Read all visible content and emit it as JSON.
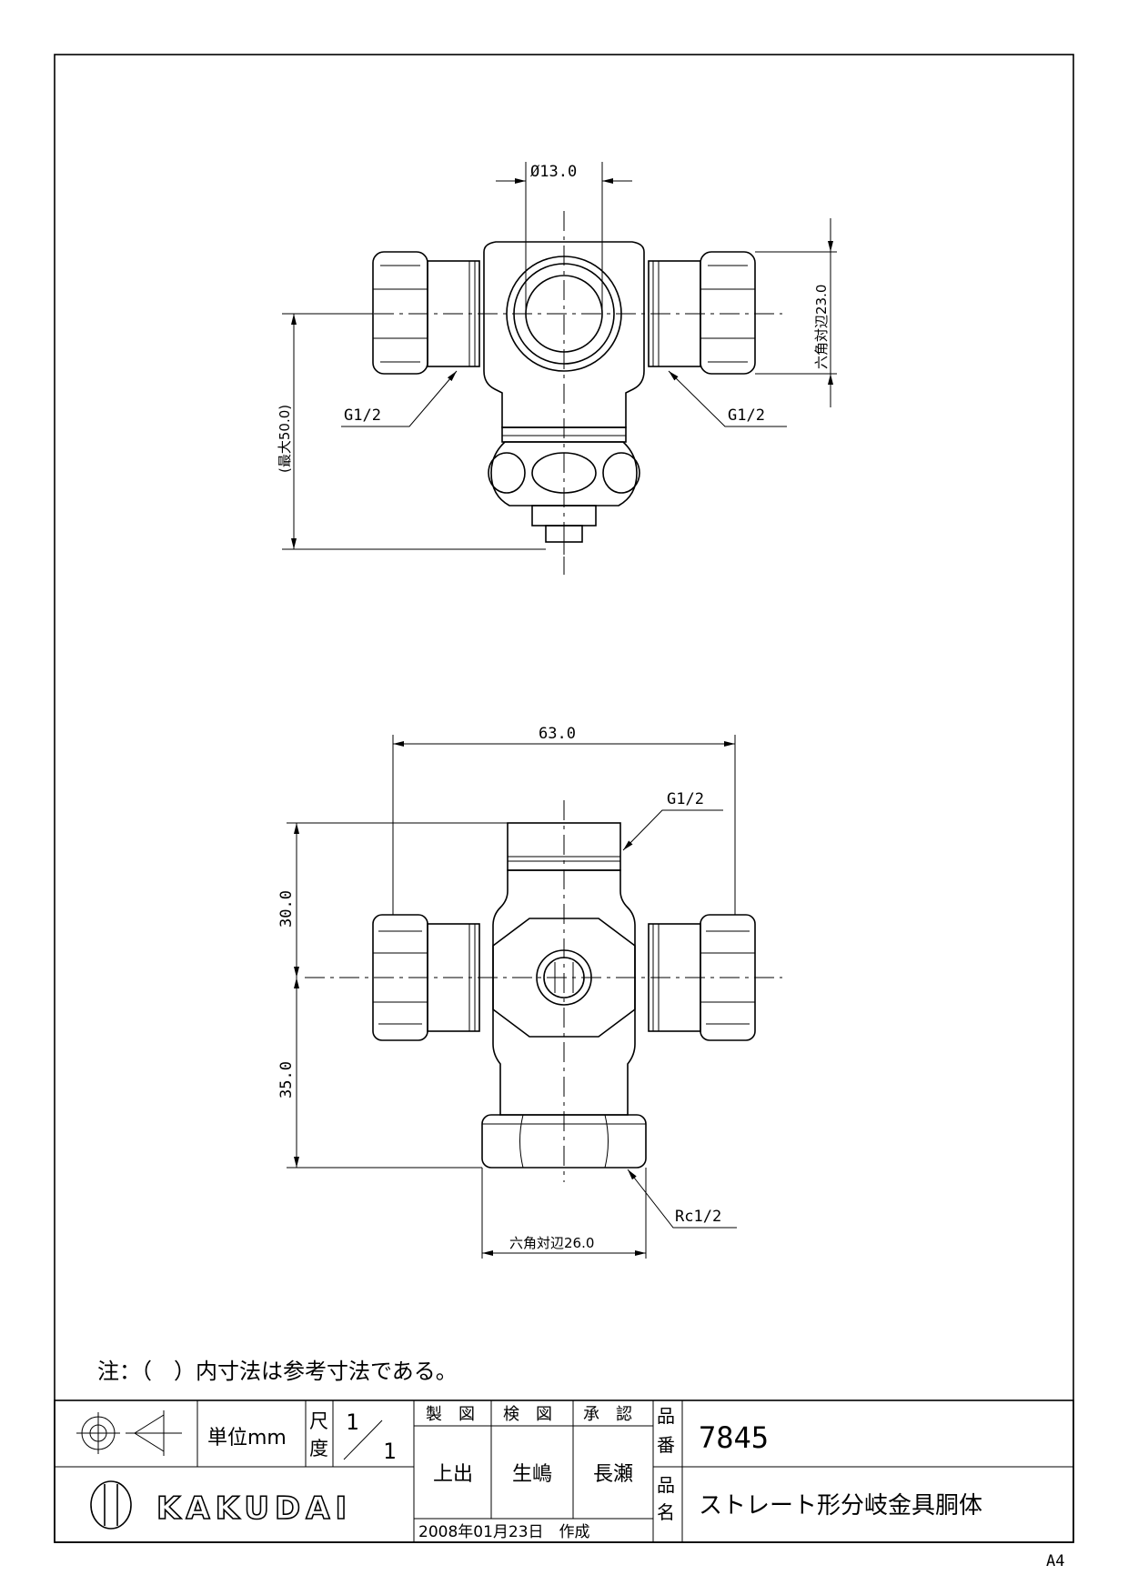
{
  "drawing": {
    "top_view": {
      "dim_bore": "Ø13.0",
      "dim_hex_side": "六角対辺23.0",
      "dim_height": "(最大50.0)",
      "thread_left": "G1/2",
      "thread_right": "G1/2"
    },
    "front_view": {
      "dim_width": "63.0",
      "dim_upper": "30.0",
      "dim_lower": "35.0",
      "dim_hex_bottom": "六角対辺26.0",
      "thread_top": "G1/2",
      "thread_bottom": "Rc1/2"
    }
  },
  "note": "注：（　）内寸法は参考寸法である。",
  "title_block": {
    "unit_label": "単位mm",
    "scale_label_1": "尺",
    "scale_label_2": "度",
    "scale_num": "1",
    "scale_den": "1",
    "drawn_header": "製　図",
    "checked_header": "検　図",
    "approved_header": "承　認",
    "drawn_by": "上出",
    "checked_by": "生嶋",
    "approved_by": "長瀬",
    "date": "2008年01月23日　作成",
    "part_no_label_1": "品",
    "part_no_label_2": "番",
    "part_no": "7845",
    "part_name_label_1": "品",
    "part_name_label_2": "名",
    "part_name": "ストレート形分岐金具胴体",
    "company": "KAKUDAI"
  },
  "paper_size": "A4"
}
